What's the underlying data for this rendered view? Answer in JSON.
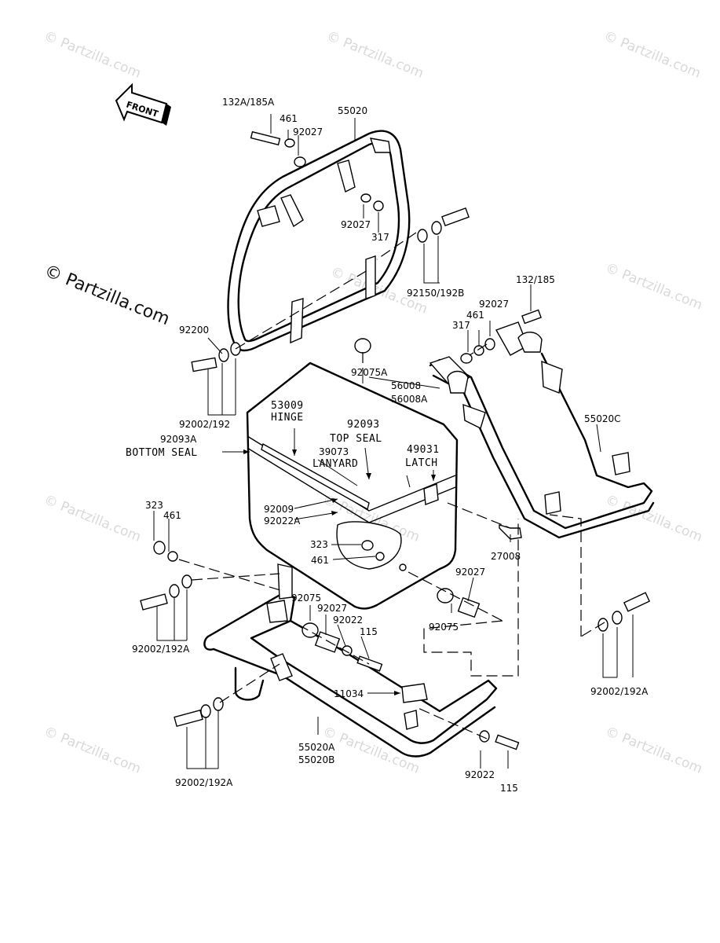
{
  "watermark": {
    "text": "© Partzilla.com",
    "main_text": "© Partzilla.com"
  },
  "front_arrow": {
    "label": "FRONT"
  },
  "labels": {
    "l_132a_185a": "132A/185A",
    "l_461_top": "461",
    "l_55020": "55020",
    "l_92027_a": "92027",
    "l_92027_b": "92027",
    "l_317_a": "317",
    "l_92150_192b": "92150/192B",
    "l_132_185": "132/185",
    "l_92027_c": "92027",
    "l_461_b": "461",
    "l_317_b": "317",
    "l_92200": "92200",
    "l_92075a": "92075A",
    "l_56008": "56008",
    "l_56008a": "56008A",
    "l_53009": "53009",
    "l_hinge": "HINGE",
    "l_92093": "92093",
    "l_top_seal": "TOP SEAL",
    "l_92002_192": "92002/192",
    "l_92093a": "92093A",
    "l_bottom_seal": "BOTTOM SEAL",
    "l_39073": "39073",
    "l_lanyard": "LANYARD",
    "l_49031": "49031",
    "l_latch": "LATCH",
    "l_55020c": "55020C",
    "l_323_a": "323",
    "l_461_c": "461",
    "l_92009": "92009",
    "l_92022a": "92022A",
    "l_27008": "27008",
    "l_323_b": "323",
    "l_461_d": "461",
    "l_92027_d": "92027",
    "l_92075_a": "92075",
    "l_92027_e": "92027",
    "l_92022_a": "92022",
    "l_115_a": "115",
    "l_92075_b": "92075",
    "l_92002_192a_a": "92002/192A",
    "l_92002_192a_b": "92002/192A",
    "l_11034": "11034",
    "l_55020a": "55020A",
    "l_55020b": "55020B",
    "l_92022_b": "92022",
    "l_115_b": "115",
    "l_92002_192a_c": "92002/192A"
  }
}
